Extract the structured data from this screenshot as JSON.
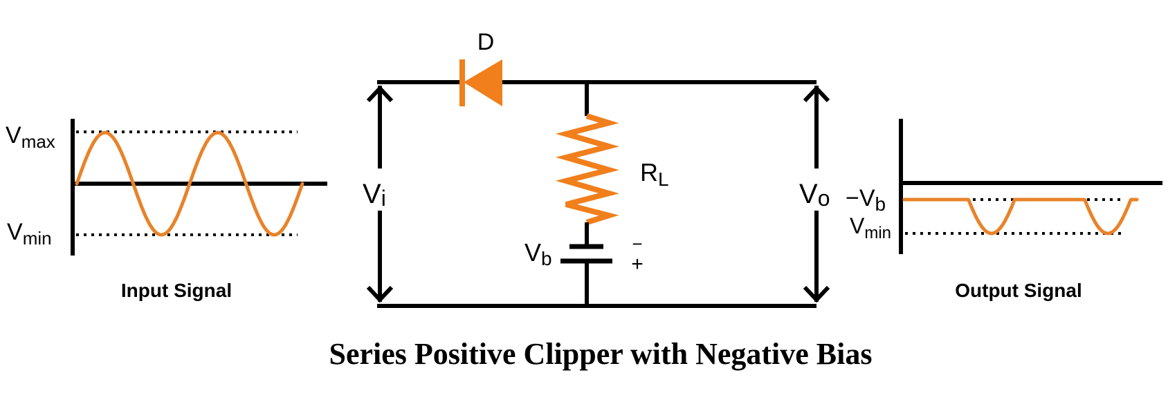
{
  "title": "Series Positive Clipper with Negative Bias",
  "colors": {
    "component": "#f07f1c",
    "signal": "#e8832a",
    "wire": "#000000"
  },
  "input_signal": {
    "caption": "Input Signal",
    "vmax_label": {
      "main": "V",
      "sub": "max"
    },
    "vmin_label": {
      "main": "V",
      "sub": "min"
    },
    "cycles": 2
  },
  "output_signal": {
    "caption": "Output Signal",
    "vb_label": {
      "main": "−V",
      "sub": "b"
    },
    "vmin_label": {
      "main": "V",
      "sub": "min"
    },
    "cycles": 2
  },
  "circuit": {
    "diode_label": "D",
    "resistor_label": {
      "main": "R",
      "sub": "L"
    },
    "battery_label": {
      "main": "V",
      "sub": "b"
    },
    "battery_minus": "−",
    "battery_plus": "+",
    "vi_label": {
      "main": "V",
      "sub": "i"
    },
    "vo_label": {
      "main": "V",
      "sub": "o"
    }
  }
}
